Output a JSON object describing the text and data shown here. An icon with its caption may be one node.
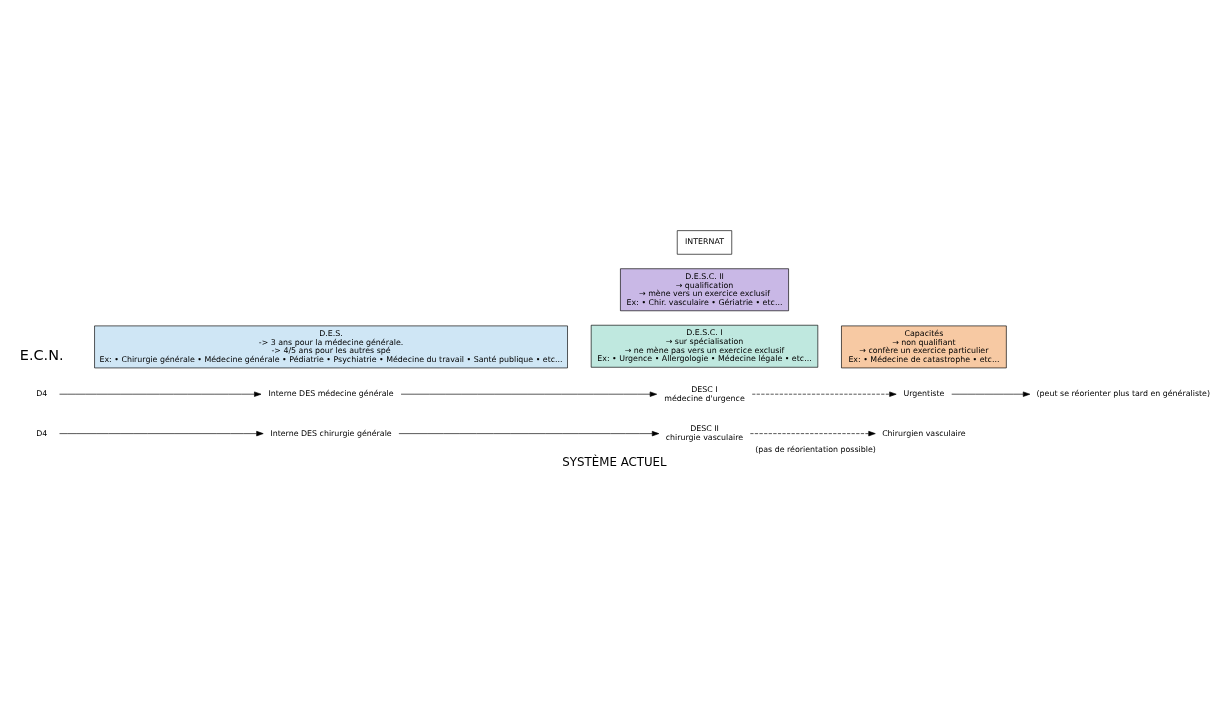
{
  "diagram": {
    "caption": "SYSTÈME ACTUEL",
    "nodes": [
      {
        "text": [
          "D4"
        ]
      },
      {
        "text": [
          "Interne DES chirurgie générale"
        ]
      },
      {
        "text": [
          "DESC II",
          "chirurgie vasculaire"
        ]
      },
      {
        "text": [
          "Chirurgien vasculaire"
        ],
        "beside": [
          "(pas de réorientation possible)"
        ]
      },
      {
        "text": [
          "D4"
        ]
      },
      {
        "text": [
          "Interne DES médecine générale"
        ]
      },
      {
        "text": [
          "DESC I",
          "médecine d'urgence"
        ]
      },
      {
        "text": [
          "Urgentiste"
        ]
      },
      {
        "text": [
          "(peut se réorienter plus tard en généraliste)"
        ]
      },
      {
        "text": [
          "D.E.S.",
          "-> 3 ans pour la médecine générale.",
          "-> 4/5 ans pour les autres spé",
          "Ex: • Chirurgie générale • Médecine générale • Pédiatrie • Psychiatrie • Médecine du travail • Santé publique • etc..."
        ]
      },
      {
        "text": [
          "D.E.S.C. I",
          "→ sur spécialisation",
          "→ ne mène pas vers un exercice exclusif",
          "Ex: • Urgence • Allergologie • Médecine légale • etc..."
        ]
      },
      {
        "text": [
          "D.E.S.C. II",
          "→ qualification",
          "→ mène vers un exercice exclusif",
          "Ex: • Chir. vasculaire • Gériatrie • etc..."
        ]
      },
      {
        "text": [
          "Capacités",
          "→ non qualifiant",
          "→ confère un exercice particulier",
          "Ex: • Médecine de catastrophe • etc..."
        ]
      },
      {
        "text": [
          "INTERNAT"
        ]
      }
    ],
    "edges": [
      {
        "from": 0,
        "to": 1,
        "arrow": "to"
      },
      {
        "from": 1,
        "to": 2,
        "arrow": "to"
      },
      {
        "from": 2,
        "to": 3,
        "arrow": "to",
        "style": "dashed"
      },
      {
        "from": 4,
        "to": 5,
        "arrow": "to"
      },
      {
        "from": 5,
        "to": 6,
        "arrow": "to"
      },
      {
        "from": 6,
        "to": 7,
        "arrow": "to",
        "style": "dashed"
      },
      {
        "from": 7,
        "to": 8,
        "arrow": "to"
      }
    ],
    "labels": [
      "E.C.N."
    ]
  }
}
